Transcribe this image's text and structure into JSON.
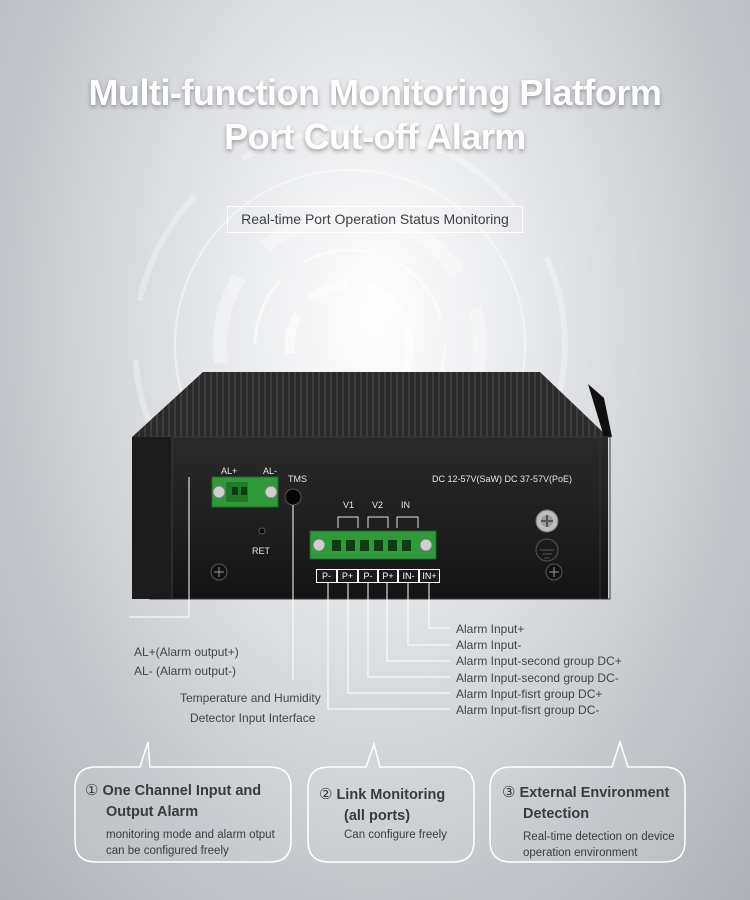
{
  "header": {
    "title_line1": "Multi-function Monitoring Platform",
    "title_line2": "Port Cut-off Alarm",
    "subtitle": "Real-time Port Operation Status Monitoring"
  },
  "device": {
    "alarm_plus_label": "AL+",
    "alarm_minus_label": "AL-",
    "tms_label": "TMS",
    "ret_label": "RET",
    "power_spec": "DC  12-57V(SaW) DC 37-57V(PoE)",
    "terminal_top_labels": [
      "V1",
      "V2",
      "IN"
    ],
    "pin_labels": [
      "P-",
      "P+",
      "P-",
      "P+",
      "IN-",
      "IN+"
    ]
  },
  "callouts": {
    "left": [
      "AL+(Alarm output+)",
      "AL- (Alarm output-)"
    ],
    "sensor": [
      "Temperature and Humidity",
      "Detector Input Interface"
    ],
    "right": [
      "Alarm Input+",
      "Alarm Input-",
      "Alarm Input-second group DC+",
      "Alarm Input-second group DC-",
      "Alarm Input-fisrt group DC+",
      "Alarm Input-fisrt group DC-"
    ]
  },
  "features": [
    {
      "number": "①",
      "title_line1": "One Channel Input and",
      "title_line2": "Output Alarm",
      "desc_line1": "monitoring mode and alarm otput",
      "desc_line2": "can be configured freely"
    },
    {
      "number": "②",
      "title_line1": "Link Monitoring",
      "title_line2": "(all ports)",
      "desc_line1": "Can configure freely",
      "desc_line2": ""
    },
    {
      "number": "③",
      "title_line1": "External Environment",
      "title_line2": "Detection",
      "desc_line1": "Real-time detection on device",
      "desc_line2": "operation environment"
    }
  ]
}
